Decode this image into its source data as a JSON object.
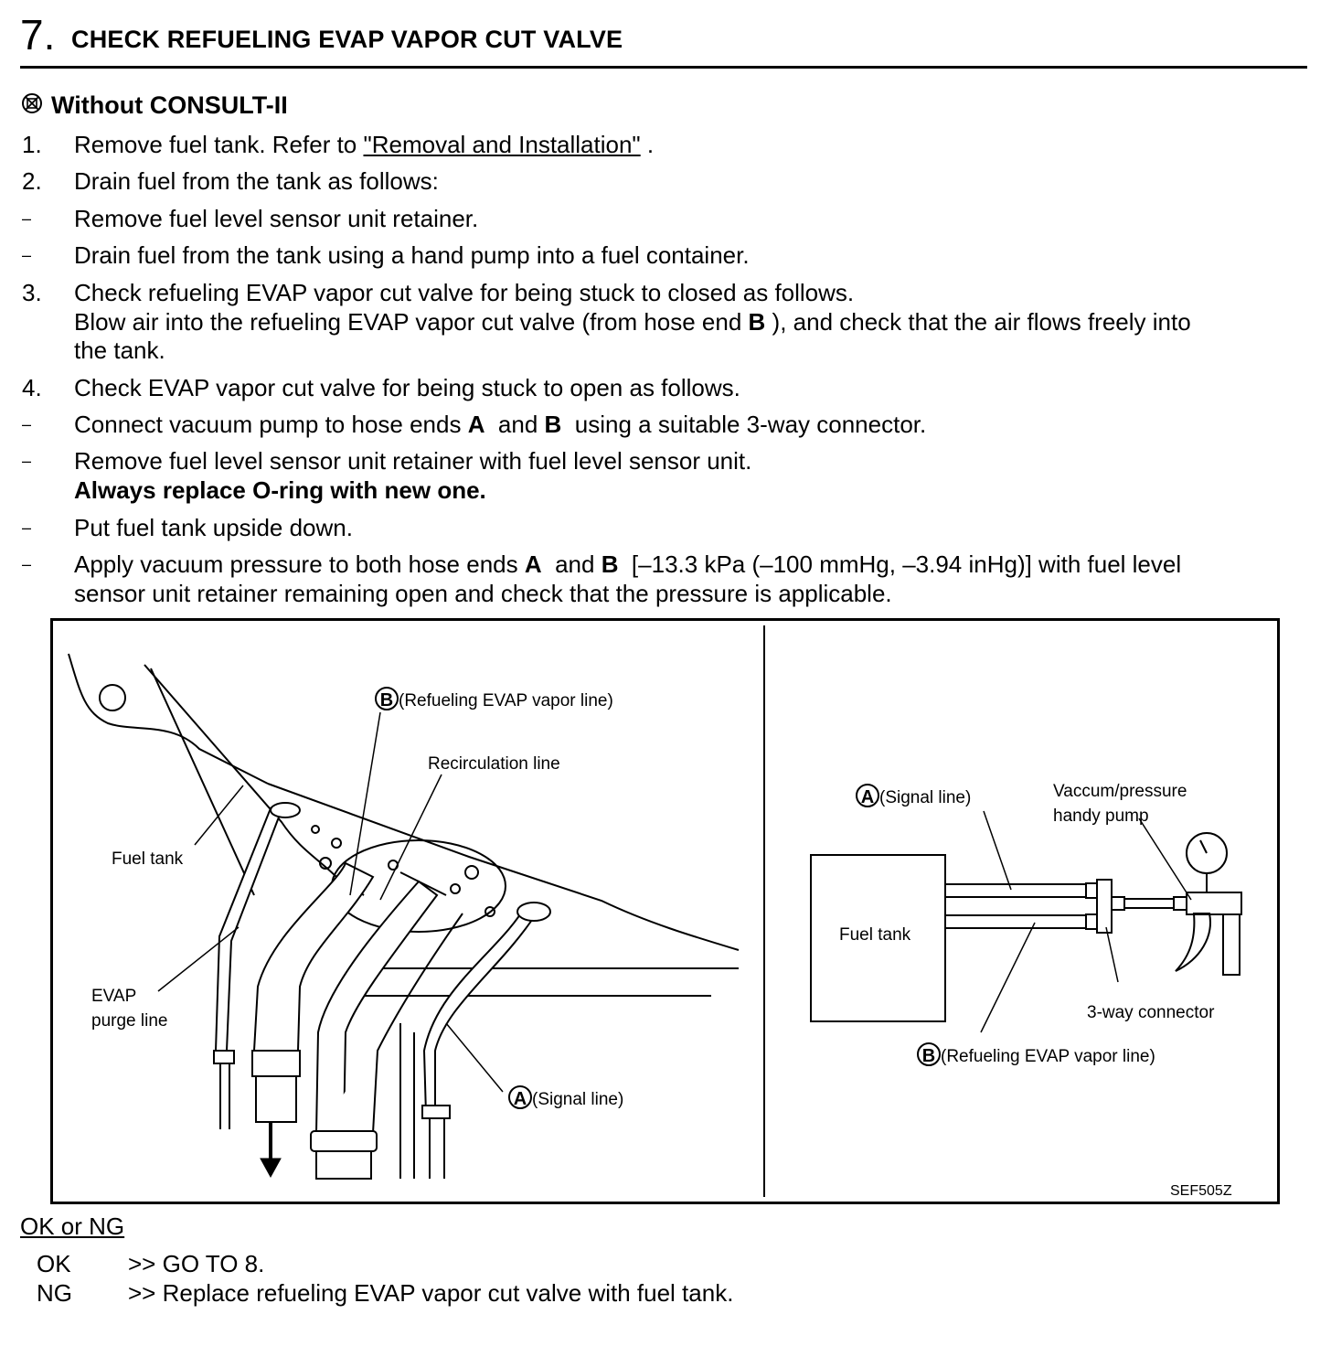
{
  "step": {
    "number": "7.",
    "title": "CHECK REFUELING EVAP VAPOR CUT VALVE"
  },
  "subheading": {
    "icon": "no-consult-icon",
    "text": "Without CONSULT-II"
  },
  "items": [
    {
      "marker": "1.",
      "pre": "Remove fuel tank. Refer to ",
      "link": "\"Removal and Installation\"",
      "post": " ."
    },
    {
      "marker": "2.",
      "text": "Drain fuel from the tank as follows:"
    },
    {
      "marker": "–",
      "text": "Remove fuel level sensor unit retainer."
    },
    {
      "marker": "–",
      "text": "Drain fuel from the tank using a hand pump into a fuel container."
    },
    {
      "marker": "3.",
      "line1": "Check refueling EVAP vapor cut valve for being stuck to closed as follows.",
      "line2_pre": "Blow air into the refueling EVAP vapor cut valve (from hose end ",
      "line2_b": "B",
      "line2_post": " ), and check that the air flows freely into",
      "line3": "the tank."
    },
    {
      "marker": "4.",
      "text": "Check EVAP vapor cut valve for being stuck to open as follows."
    },
    {
      "marker": "–",
      "pre": "Connect vacuum pump to hose ends ",
      "a": "A",
      "mid": "  and ",
      "b": "B",
      "post": "  using a suitable 3-way connector."
    },
    {
      "marker": "–",
      "text": "Remove fuel level sensor unit retainer with fuel level sensor unit.",
      "bold": "Always replace O-ring with new one."
    },
    {
      "marker": "–",
      "text": "Put fuel tank upside down."
    },
    {
      "marker": "–",
      "pre": "Apply vacuum pressure to both hose ends ",
      "a": "A",
      "mid": "  and ",
      "b": "B",
      "post": "  [–13.3 kPa (–100 mmHg, –3.94 inHg)] with fuel level",
      "line2": "sensor unit retainer remaining open and check that the pressure is applicable."
    }
  ],
  "diagram": {
    "left": {
      "label_b": "(Refueling EVAP vapor line)",
      "label_recirc": "Recirculation line",
      "label_tank": "Fuel tank",
      "label_purge_1": "EVAP",
      "label_purge_2": "purge line",
      "label_a": "(Signal line)"
    },
    "right": {
      "label_a": "(Signal line)",
      "label_pump_1": "Vaccum/pressure",
      "label_pump_2": "handy pump",
      "label_tank": "Fuel tank",
      "label_conn": "3-way connector",
      "label_b": "(Refueling EVAP vapor line)"
    },
    "code": "SEF505Z",
    "letter_a": "A",
    "letter_b": "B"
  },
  "result": {
    "heading": "OK or NG",
    "ok_label": "OK",
    "ok_text": ">> GO TO 8.",
    "ng_label": "NG",
    "ng_text": ">> Replace refueling EVAP vapor cut valve with fuel tank."
  }
}
